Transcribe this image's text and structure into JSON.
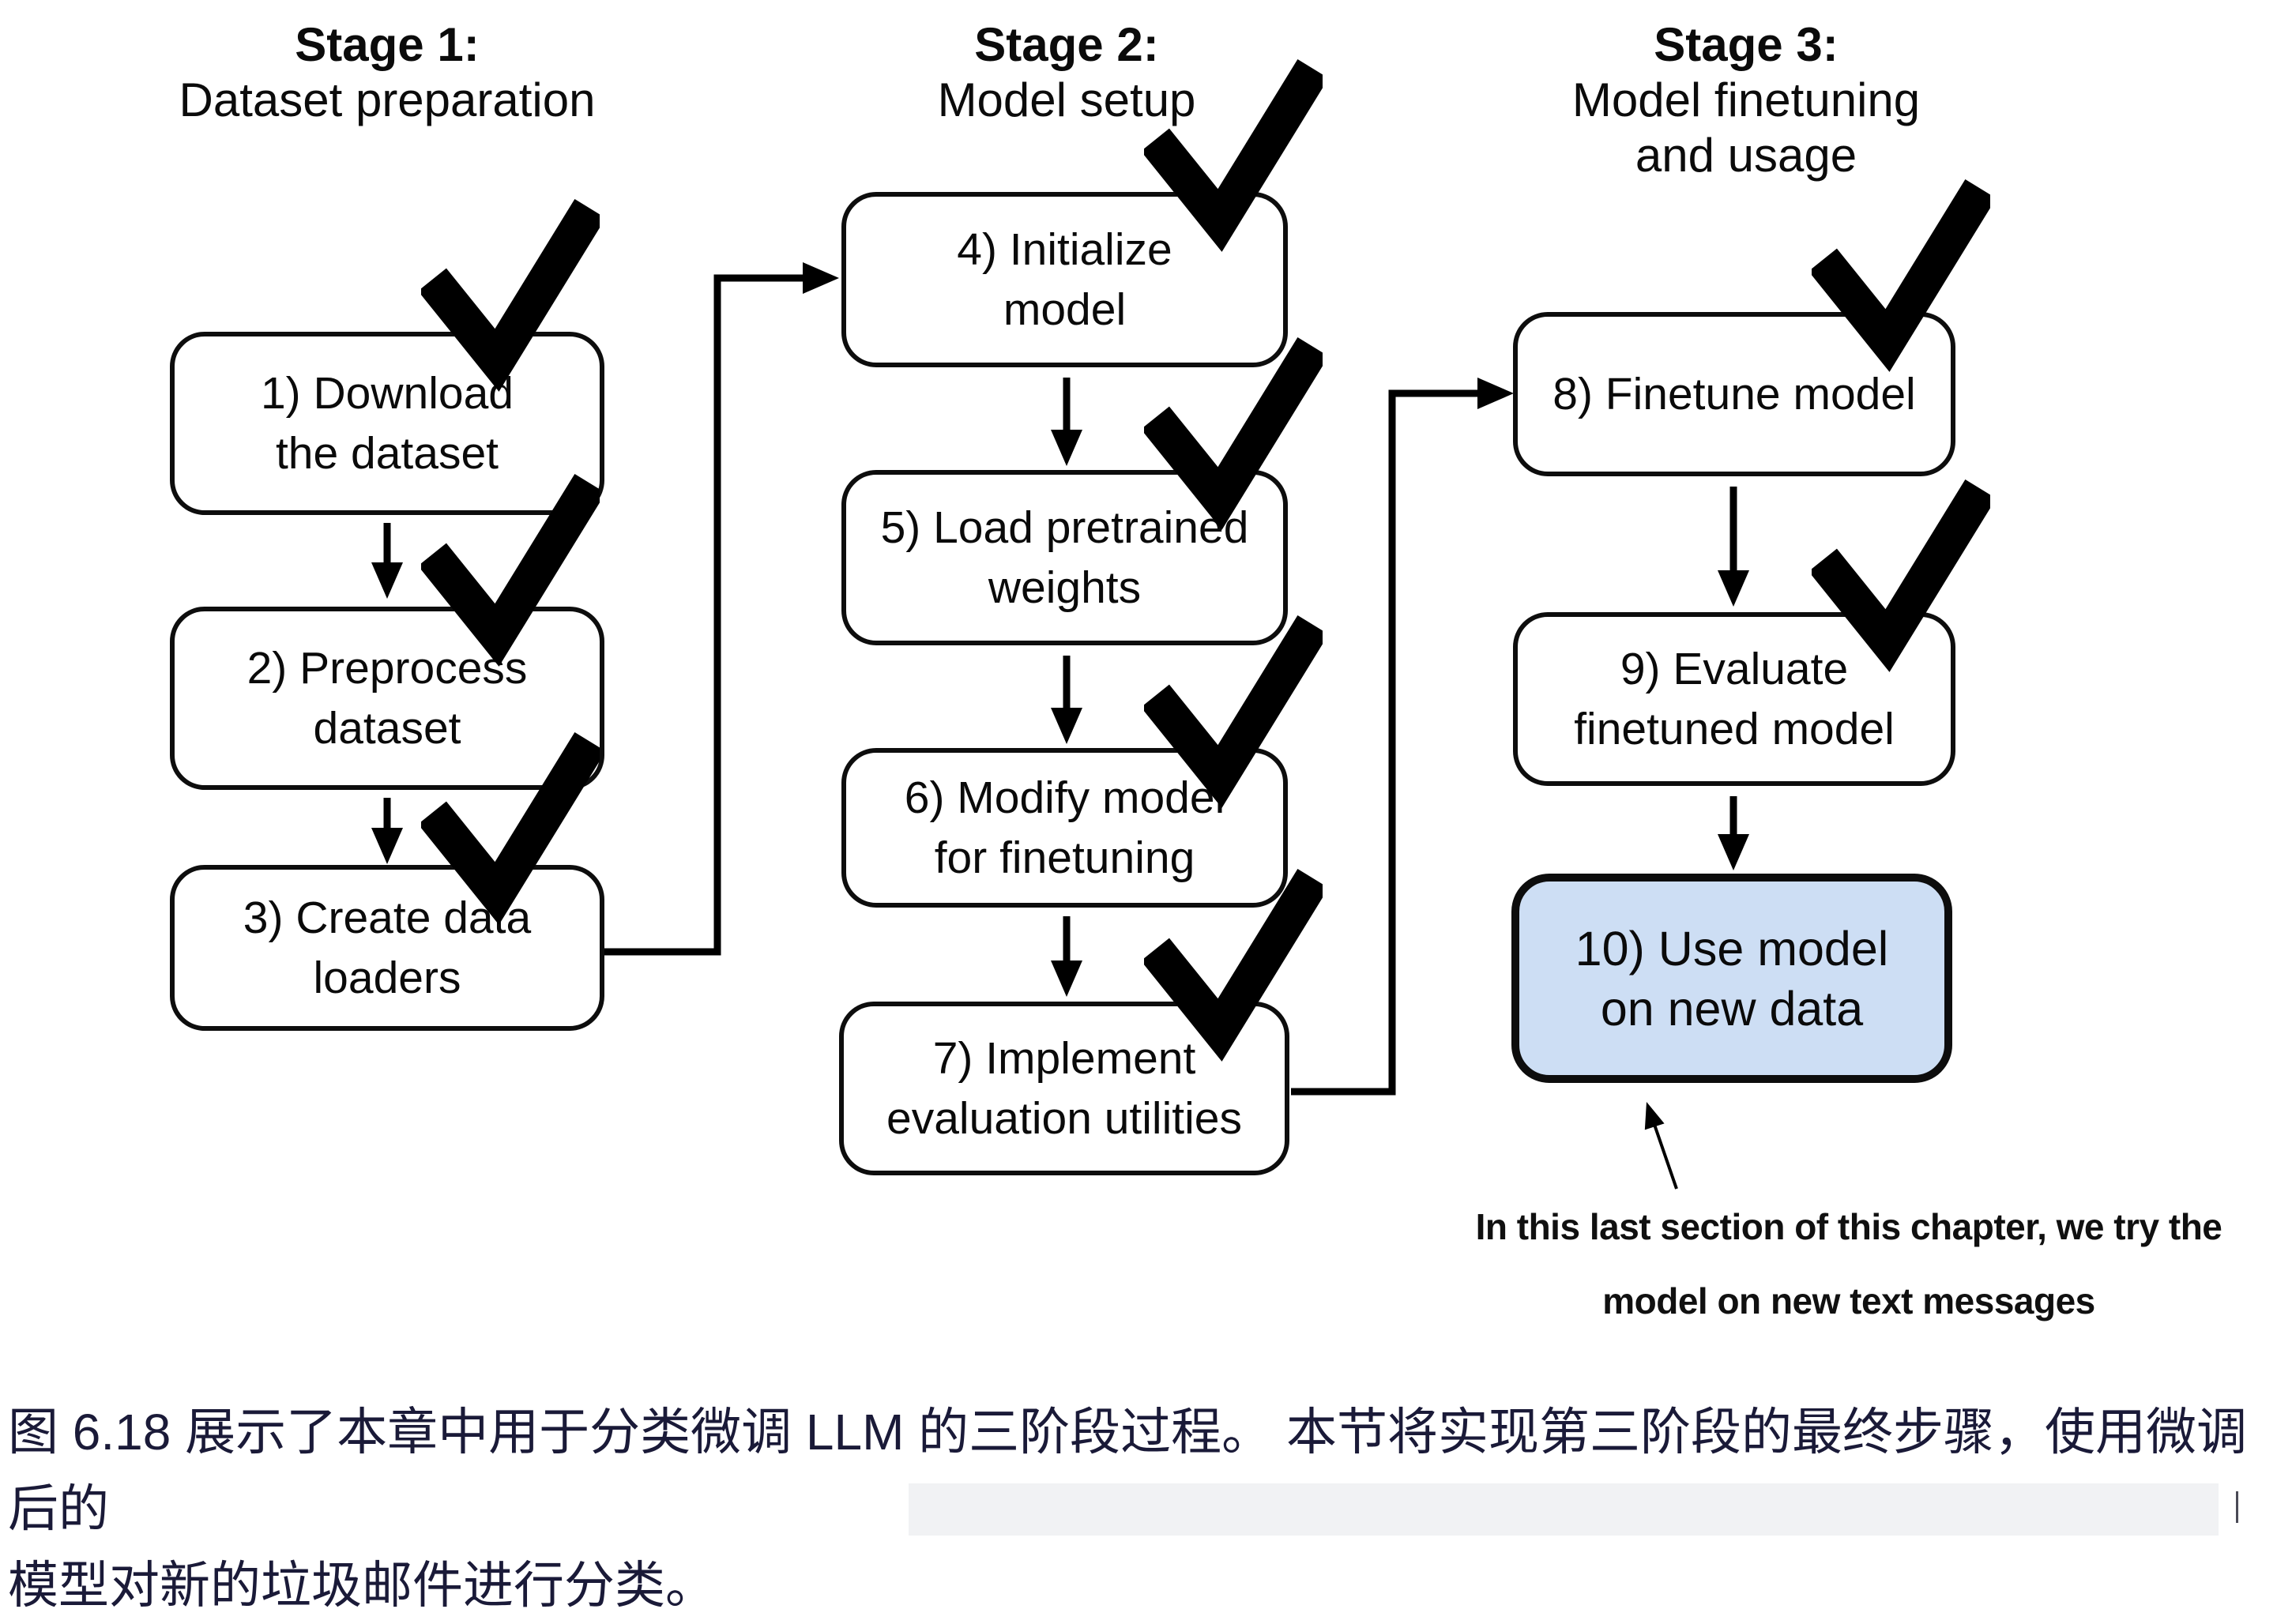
{
  "stages": [
    {
      "title": "Stage 1:",
      "subtitle": "Dataset preparation"
    },
    {
      "title": "Stage 2:",
      "subtitle": "Model setup"
    },
    {
      "title": "Stage 3:",
      "subtitle": "Model finetuning\nand usage"
    }
  ],
  "steps": [
    {
      "id": 1,
      "label": "1) Download\nthe dataset",
      "done": true,
      "highlighted": false
    },
    {
      "id": 2,
      "label": "2) Preprocess\ndataset",
      "done": true,
      "highlighted": false
    },
    {
      "id": 3,
      "label": "3) Create data\nloaders",
      "done": true,
      "highlighted": false
    },
    {
      "id": 4,
      "label": "4) Initialize\nmodel",
      "done": true,
      "highlighted": false
    },
    {
      "id": 5,
      "label": "5) Load pretrained\nweights",
      "done": true,
      "highlighted": false
    },
    {
      "id": 6,
      "label": "6) Modify model\nfor finetuning",
      "done": true,
      "highlighted": false
    },
    {
      "id": 7,
      "label": "7) Implement\nevaluation utilities",
      "done": true,
      "highlighted": false
    },
    {
      "id": 8,
      "label": "8) Finetune model",
      "done": true,
      "highlighted": false
    },
    {
      "id": 9,
      "label": "9) Evaluate\nfinetuned model",
      "done": true,
      "highlighted": false
    },
    {
      "id": 10,
      "label": "10) Use model\non new data",
      "done": false,
      "highlighted": true
    }
  ],
  "annotation": {
    "text": "In this last section of this chapter, we try the\nmodel on new text messages"
  },
  "caption": {
    "text": "图 6.18 展示了本章中用于分类微调 LLM 的三阶段过程。 本节将实现第三阶段的最终步骤，使用微调后的\n模型对新的垃圾邮件进行分类。"
  },
  "icons": {
    "checkmark": "check-icon"
  },
  "colors": {
    "highlight_fill": "#cddef4",
    "caption_text": "#1a1a38",
    "line": "#000000",
    "box_border": "#0d0d0d"
  }
}
